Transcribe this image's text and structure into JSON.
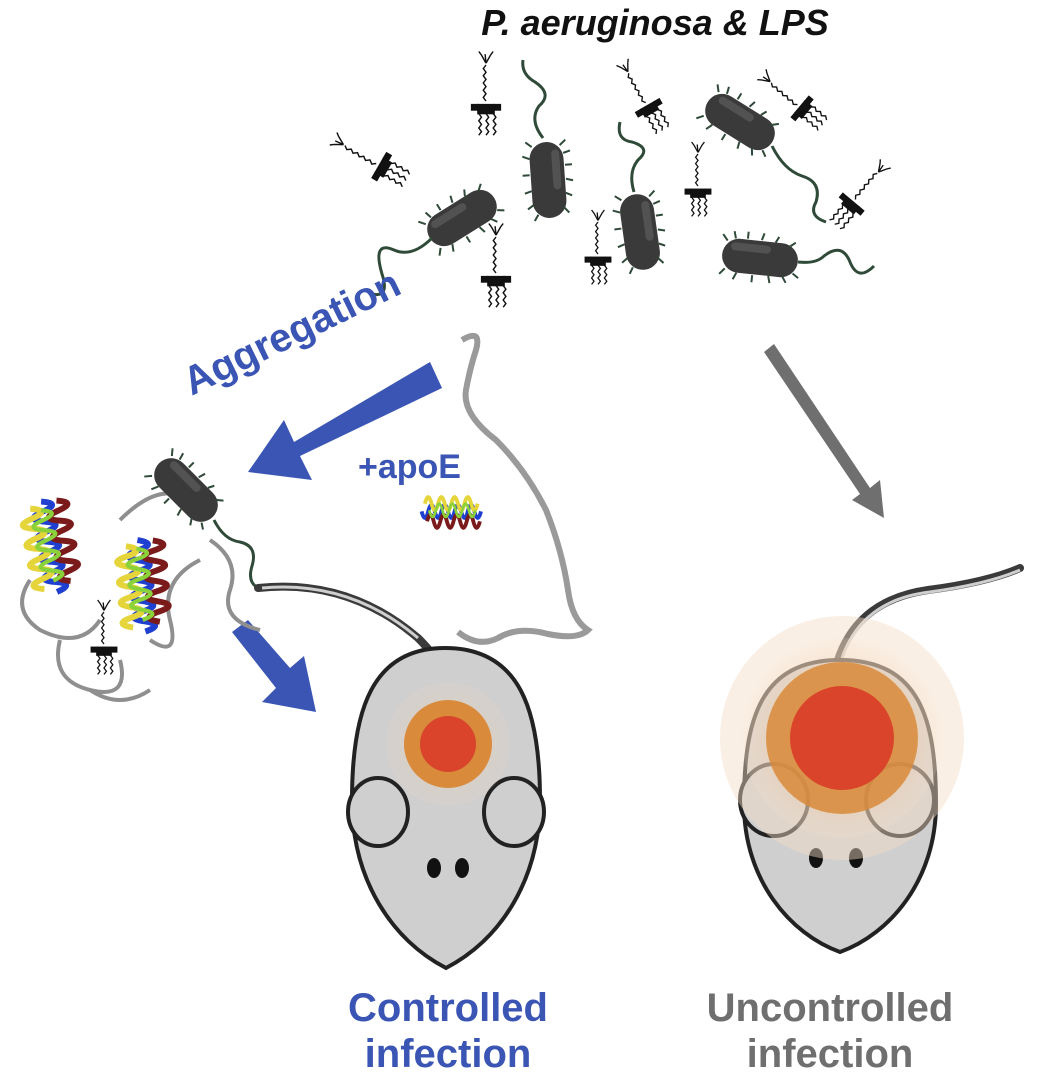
{
  "title": "P. aeruginosa & LPS",
  "labels": {
    "aggregation": "Aggregation",
    "apoe": "+apoE"
  },
  "outcomes": {
    "controlled": [
      "Controlled",
      "infection"
    ],
    "uncontrolled": [
      "Uncontrolled",
      "infection"
    ]
  },
  "colors": {
    "controlled_text": "#3a55b4",
    "uncontrolled_text": "#6f6f6f",
    "arrow_blue": "#3a55b4",
    "arrow_gray": "#6f6f6f",
    "bacterium_body": "#3a3a3a",
    "mouse_body": "#cfcfcf",
    "infection_core": "#d9442a",
    "infection_ring": "#d98a3a"
  },
  "icons": [
    "bacterium-icon",
    "lps-molecule-icon",
    "apoe-protein-icon",
    "mouse-icon",
    "infection-site-icon"
  ]
}
